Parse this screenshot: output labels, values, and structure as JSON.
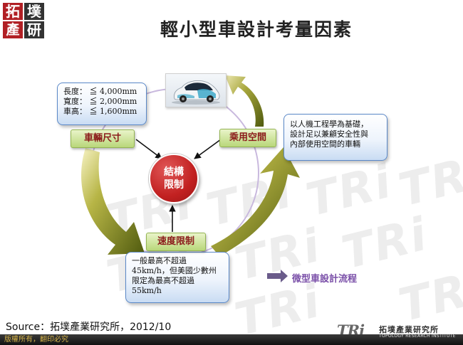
{
  "logo": {
    "chars": [
      "拓",
      "墣",
      "產",
      "研"
    ]
  },
  "title": "輕小型車設計考量因素",
  "center": {
    "line1": "結構",
    "line2": "限制"
  },
  "labels": {
    "vehicle_size": "車輛尺寸",
    "cabin_space": "乘用空間",
    "speed_limit": "速度限制"
  },
  "size_box": {
    "rows": [
      {
        "name": "長度：",
        "value": "≦ 4,000mm"
      },
      {
        "name": "寬度：",
        "value": "≦ 2,000mm"
      },
      {
        "name": "車高：",
        "value": "≦ 1,600mm"
      }
    ]
  },
  "cabin_box": {
    "lines": [
      "以人機工程學為基礎，",
      "設計足以兼顧安全性與",
      "內部使用空間的車輛"
    ]
  },
  "speed_box": {
    "lines": [
      "一般最高不超過",
      "45km/h，但美國少數州",
      "限定為最高不超過",
      "55km/h"
    ]
  },
  "flow_label": "微型車設計流程",
  "source": "Source：拓墣產業研究所，2012/10",
  "footer": "版權所有，翻印必究",
  "tri": {
    "mark": "TRi",
    "cn": "拓墣產業研究所",
    "en": "TOPOLOGY RESEARCH INSTITUTE"
  },
  "watermark": "TRi",
  "colors": {
    "label_text": "#8b1a1a",
    "label_fill": "#b9d77a",
    "center_fill": "#c22121",
    "box_border": "#5a88c8",
    "arrow_fill": "#7a8a1e",
    "flow_text": "#7a4fa8",
    "logo_red": "#b11f24"
  }
}
